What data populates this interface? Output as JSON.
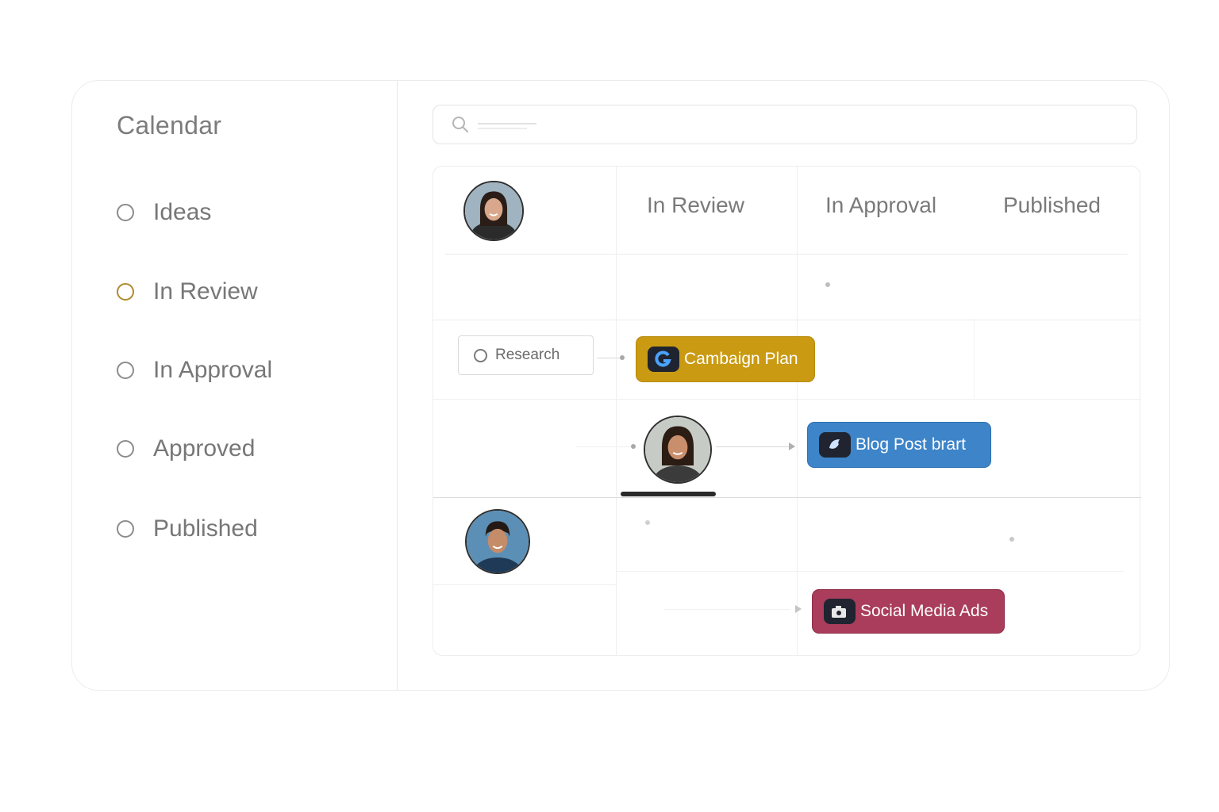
{
  "sidebar": {
    "title": "Calendar",
    "items": [
      {
        "label": "Ideas",
        "active": false
      },
      {
        "label": "In Review",
        "active": true
      },
      {
        "label": "In Approval",
        "active": false
      },
      {
        "label": "Approved",
        "active": false
      },
      {
        "label": "Published",
        "active": false
      }
    ]
  },
  "search": {
    "placeholder": "",
    "icon": "search-icon"
  },
  "board": {
    "columns": [
      "In Review",
      "In Approval",
      "Published"
    ],
    "tasks": {
      "research": "Research",
      "campaign": "Cambaign Plan",
      "blog": "Blog Post brart",
      "social": "Social Media Ads"
    }
  },
  "colors": {
    "active_dot": "#b08a2e",
    "campaign": "#c99a12",
    "blog": "#3d84c9",
    "social": "#a93d5b"
  }
}
